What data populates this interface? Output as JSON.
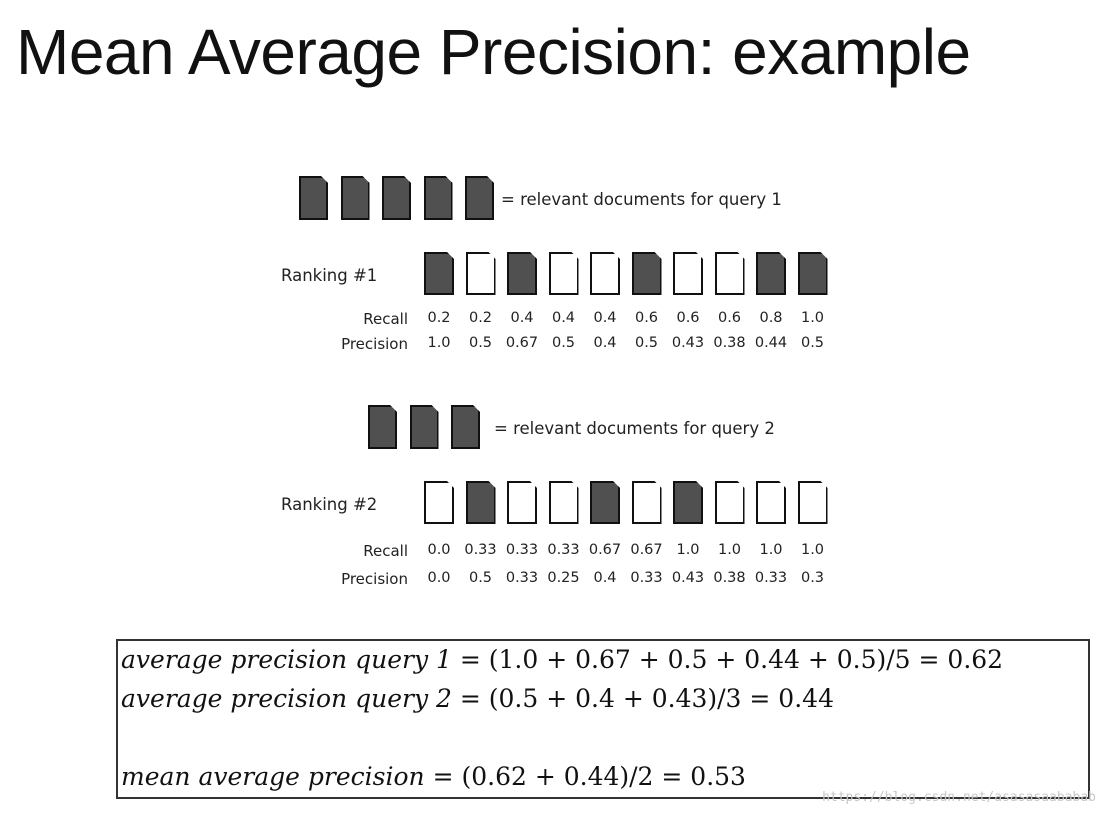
{
  "title": "Mean Average Precision: example",
  "query1": {
    "legend_count": 5,
    "legend_text": "= relevant documents for query 1",
    "ranking_label": "Ranking #1",
    "relevance": [
      1,
      0,
      1,
      0,
      0,
      1,
      0,
      0,
      1,
      1
    ],
    "recall_label": "Recall",
    "precision_label": "Precision",
    "recall": [
      "0.2",
      "0.2",
      "0.4",
      "0.4",
      "0.4",
      "0.6",
      "0.6",
      "0.6",
      "0.8",
      "1.0"
    ],
    "precision": [
      "1.0",
      "0.5",
      "0.67",
      "0.5",
      "0.4",
      "0.5",
      "0.43",
      "0.38",
      "0.44",
      "0.5"
    ]
  },
  "query2": {
    "legend_count": 3,
    "legend_text": "= relevant documents for query 2",
    "ranking_label": "Ranking #2",
    "relevance": [
      0,
      1,
      0,
      0,
      1,
      0,
      1,
      0,
      0,
      0
    ],
    "recall_label": "Recall",
    "precision_label": "Precision",
    "recall": [
      "0.0",
      "0.33",
      "0.33",
      "0.33",
      "0.67",
      "0.67",
      "1.0",
      "1.0",
      "1.0",
      "1.0"
    ],
    "precision": [
      "0.0",
      "0.5",
      "0.33",
      "0.25",
      "0.4",
      "0.33",
      "0.43",
      "0.38",
      "0.33",
      "0.3"
    ]
  },
  "formulas": {
    "ap1_label": "average precision query 1",
    "ap1_rhs": "= (1.0 + 0.67 + 0.5 + 0.44 + 0.5)/5 = 0.62",
    "ap2_label": "average precision query 2",
    "ap2_rhs": "= (0.5 + 0.4 + 0.43)/3 = 0.44",
    "map_label": "mean average precision",
    "map_rhs": "= (0.62 + 0.44)/2 = 0.53"
  },
  "watermark": "https://blog.csdn.net/asasasaababab",
  "colors": {
    "relevant_doc": "#505050",
    "nonrelevant_doc": "#ffffff"
  }
}
